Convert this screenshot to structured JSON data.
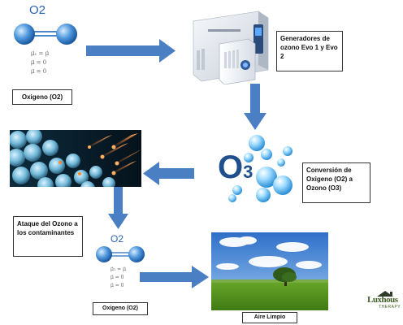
{
  "molecule_top": {
    "title": "O2",
    "equations": [
      "μ⃗₁ = μ⃗",
      "μ⃗ = 0",
      "μ⃗ = 0"
    ],
    "label": "Oxigeno (O2)"
  },
  "generator": {
    "label": "Generadores de ozono Evo 1 y Evo 2"
  },
  "ozone": {
    "symbol": "O",
    "subscript": "3",
    "label": "Conversión de Oxigeno (O2) a Ozono (O3)"
  },
  "attack": {
    "label": "Ataque del Ozono a los contaminantes"
  },
  "molecule_bottom": {
    "title": "O2",
    "equations": [
      "μ⃗₁ = μ⃗",
      "μ⃗ = 0",
      "μ⃗ = 0"
    ],
    "label": "Oxigeno (O2)"
  },
  "clean_air": {
    "label": "Aire Limpio"
  },
  "logo": {
    "text_main": "Luxhous",
    "text_sub": "THERAPY"
  },
  "colors": {
    "arrow": "#4a7fc4",
    "molecule": "#3f86cf",
    "ozone_text": "#1f4f8c"
  }
}
